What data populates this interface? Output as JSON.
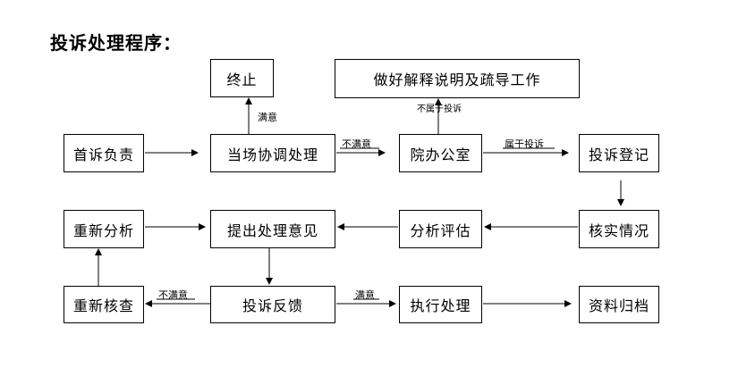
{
  "title": "投诉处理程序：",
  "nodes": {
    "zhongzhi": "终止",
    "zuohao": "做好解释说明及疏导工作",
    "shousu": "首诉负责",
    "dangchang": "当场协调处理",
    "yuanban": "院办公室",
    "dengji": "投诉登记",
    "chongxin_fenxi": "重新分析",
    "tichu": "提出处理意见",
    "fenxi_pinggu": "分析评估",
    "heshi": "核实情况",
    "chongxin_hecha": "重新核查",
    "fankui": "投诉反馈",
    "zhixing": "执行处理",
    "guidang": "资料归档"
  },
  "labels": {
    "manyi_up": "满意",
    "bumanyi_right": "不满意",
    "bushuyu": "不属于投诉",
    "shuyu": "属于投诉",
    "bumanyi_left": "不满意",
    "manyi_right": "满意"
  }
}
